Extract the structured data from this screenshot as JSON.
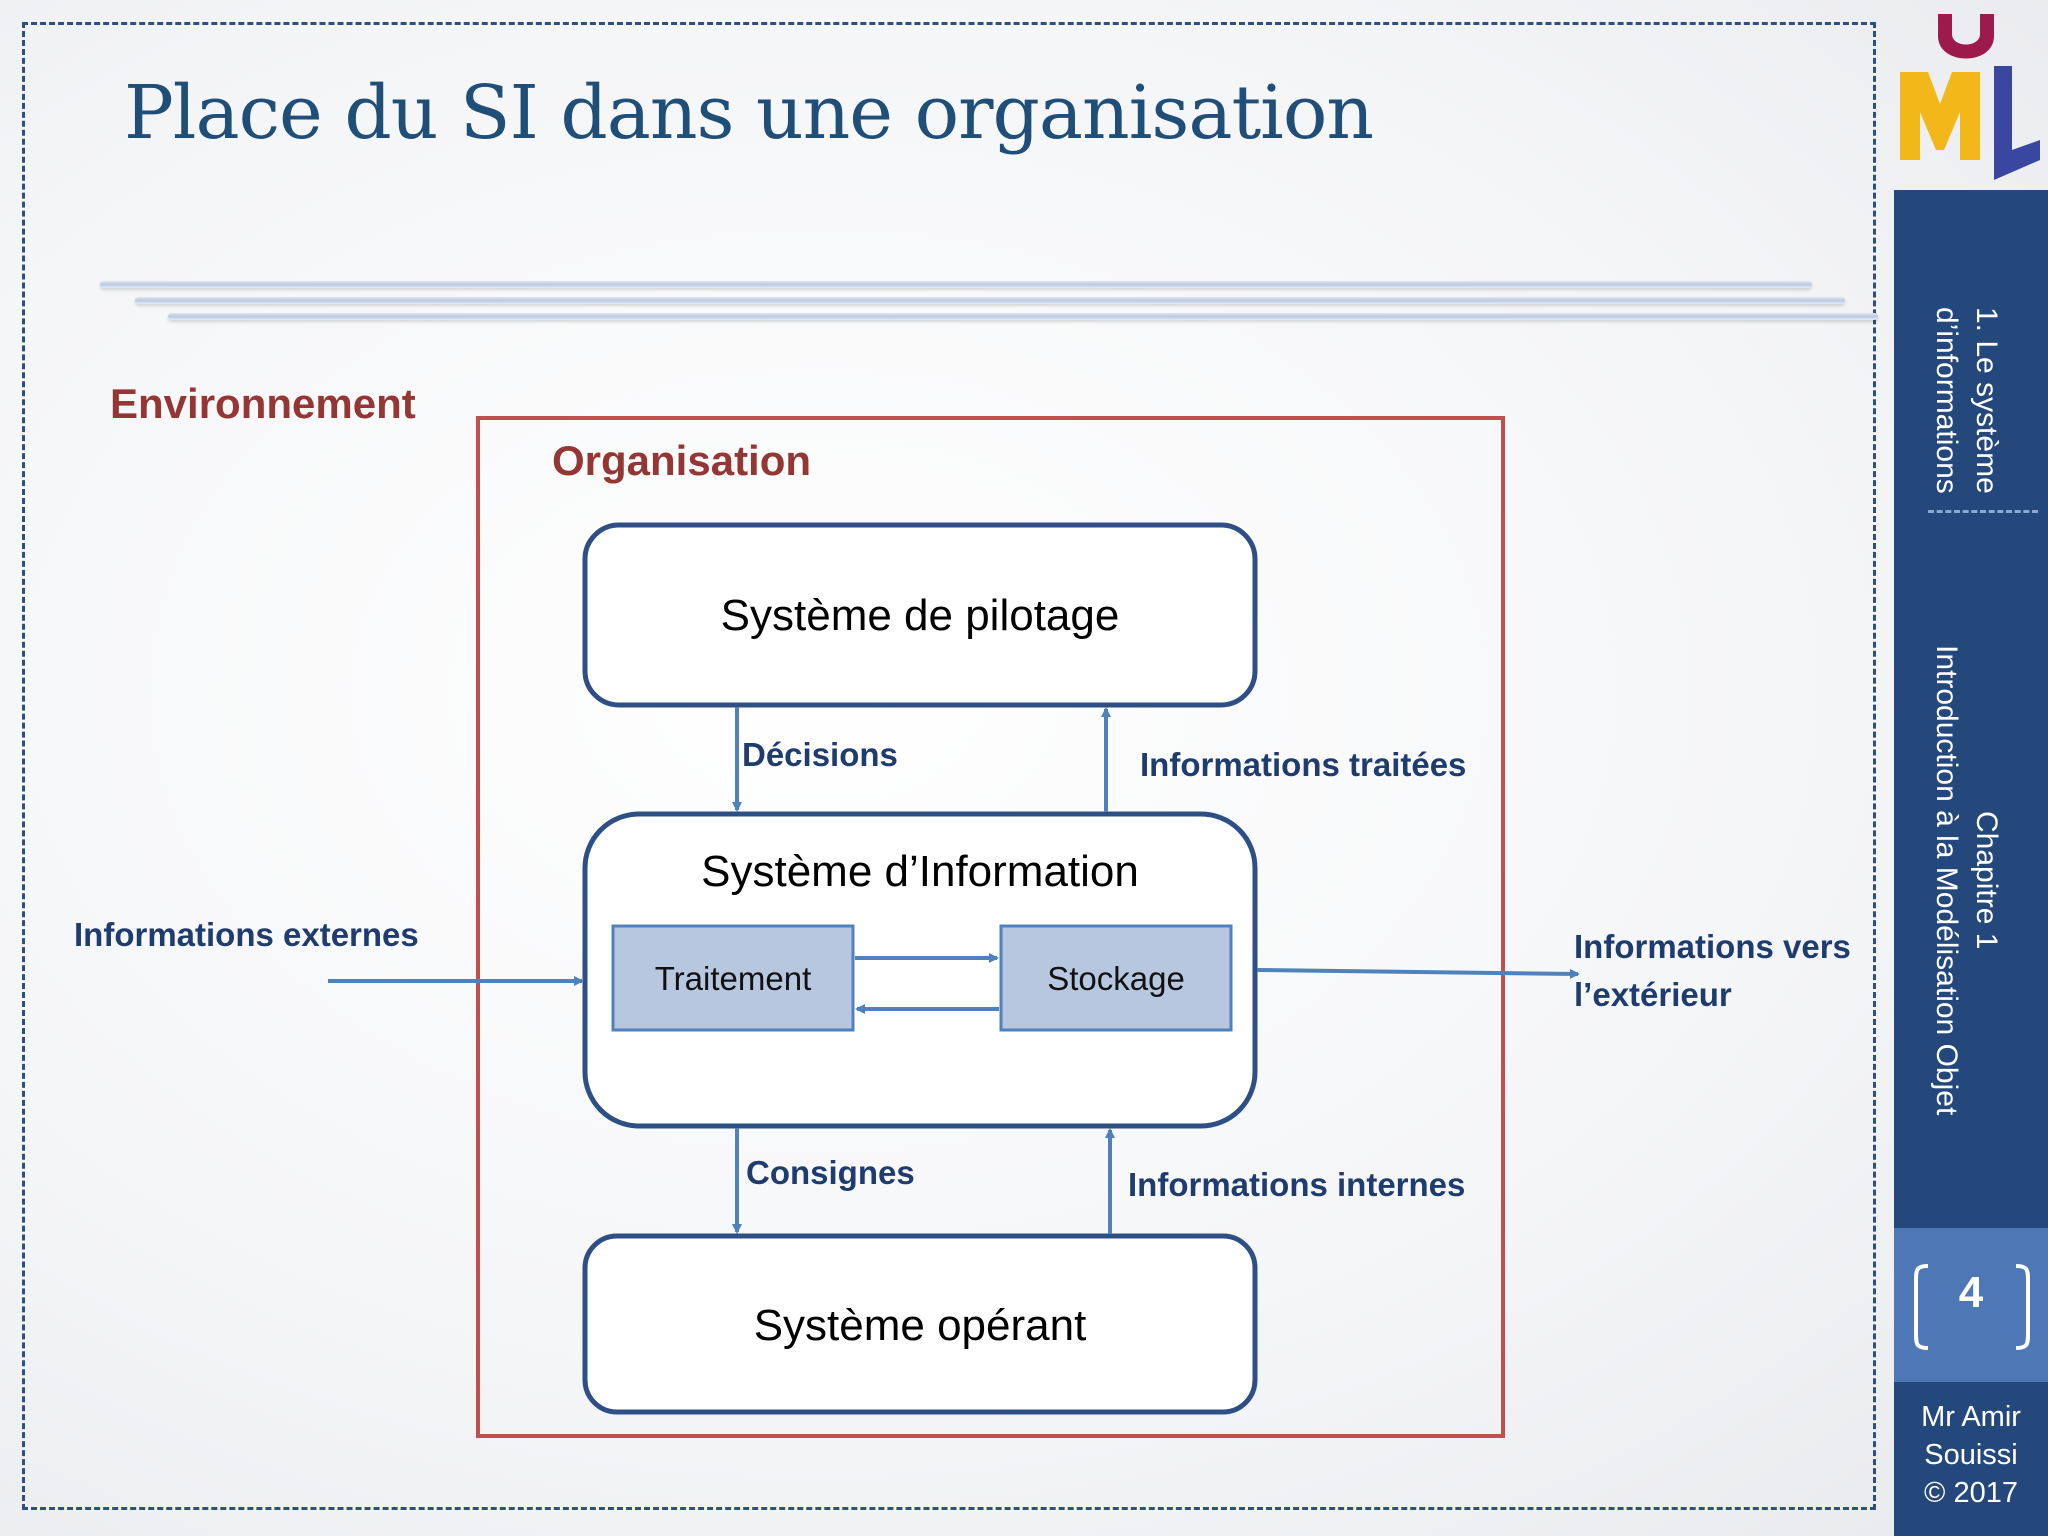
{
  "slide": {
    "title": "Place du SI dans une organisation",
    "sidebar": {
      "section": "1. Le système\nd’informations",
      "chapter": "Chapitre 1\nIntroduction à la Modélisation Objet",
      "page_number": "4",
      "author": "Mr Amir\nSouissi\n© 2017"
    },
    "logo": {
      "letters": [
        "U",
        "M",
        "L"
      ],
      "colors": {
        "u": "#9c1b4a",
        "m": "#f2b718",
        "l": "#3a47a0"
      }
    }
  },
  "diagram": {
    "environment_label": "Environnement",
    "organisation_label": "Organisation",
    "pilotage": "Système de pilotage",
    "information_system": "Système d’Information",
    "traitement": "Traitement",
    "stockage": "Stockage",
    "operant": "Système opérant",
    "flows": {
      "decisions": "Décisions",
      "informations_traitees": "Informations traitées",
      "consignes": "Consignes",
      "informations_internes": "Informations internes",
      "informations_externes": "Informations externes",
      "informations_vers_exterieur_line1": "Informations vers",
      "informations_vers_exterieur_line2": "l’extérieur"
    }
  },
  "colors": {
    "title": "#1f4e79",
    "organisation_border": "#c0504d",
    "box_border": "#2e4f86",
    "arrow": "#4f81bd",
    "inner_box_fill": "#b8c7e0",
    "sidebar": "#24477c",
    "red_label": "#943634",
    "blue_label": "#1f3c6e"
  }
}
